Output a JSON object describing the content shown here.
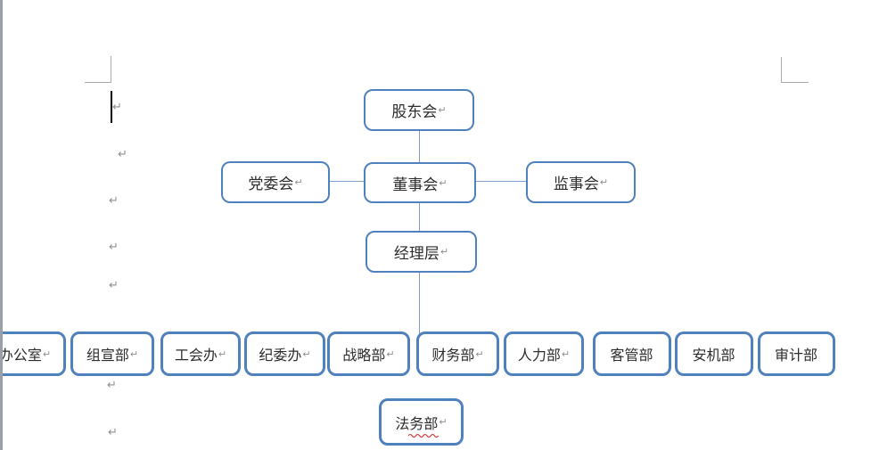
{
  "glyphs": {
    "paragraph_mark": "↵"
  },
  "colors": {
    "box_border": "#4f81bd",
    "connector_line": "#7e9dc8",
    "page_edge_strip": "#9aa0a6",
    "spellcheck_underline": "#dd3333",
    "paragraph_mark_gray": "#909090"
  },
  "org_chart": {
    "nodes": {
      "shareholders": {
        "label": "股东会",
        "mark": "↵"
      },
      "party_committee": {
        "label": "党委会",
        "mark": "↵"
      },
      "board": {
        "label": "董事会",
        "mark": "↵"
      },
      "supervisory": {
        "label": "监事会",
        "mark": "↵"
      },
      "management": {
        "label": "经理层",
        "mark": "↵"
      },
      "legal": {
        "label": "法务部",
        "mark": "↵"
      }
    },
    "departments": [
      {
        "label": "办公室",
        "mark": "↵"
      },
      {
        "label": "组宣部",
        "mark": "↵"
      },
      {
        "label": "工会办",
        "mark": "↵"
      },
      {
        "label": "纪委办",
        "mark": "↵"
      },
      {
        "label": "战略部",
        "mark": "↵"
      },
      {
        "label": "财务部",
        "mark": "↵"
      },
      {
        "label": "人力部",
        "mark": "↵"
      },
      {
        "label": "客管部",
        "mark": ""
      },
      {
        "label": "安机部",
        "mark": ""
      },
      {
        "label": "审计部",
        "mark": ""
      }
    ]
  }
}
